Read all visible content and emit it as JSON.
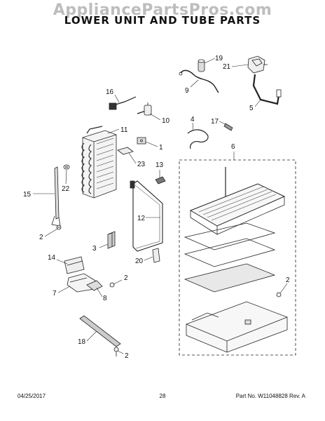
{
  "header": {
    "watermark": "AppliancePartsPros.com",
    "title": "LOWER UNIT AND TUBE PARTS"
  },
  "callouts": [
    {
      "id": "c1",
      "label": "1"
    },
    {
      "id": "c2a",
      "label": "2"
    },
    {
      "id": "c2b",
      "label": "2"
    },
    {
      "id": "c2c",
      "label": "2"
    },
    {
      "id": "c2d",
      "label": "2"
    },
    {
      "id": "c3",
      "label": "3"
    },
    {
      "id": "c4",
      "label": "4"
    },
    {
      "id": "c5",
      "label": "5"
    },
    {
      "id": "c6",
      "label": "6"
    },
    {
      "id": "c7",
      "label": "7"
    },
    {
      "id": "c8",
      "label": "8"
    },
    {
      "id": "c9",
      "label": "9"
    },
    {
      "id": "c10",
      "label": "10"
    },
    {
      "id": "c11",
      "label": "11"
    },
    {
      "id": "c12",
      "label": "12"
    },
    {
      "id": "c13",
      "label": "13"
    },
    {
      "id": "c14",
      "label": "14"
    },
    {
      "id": "c15",
      "label": "15"
    },
    {
      "id": "c16",
      "label": "16"
    },
    {
      "id": "c17",
      "label": "17"
    },
    {
      "id": "c18",
      "label": "18"
    },
    {
      "id": "c19",
      "label": "19"
    },
    {
      "id": "c20",
      "label": "20"
    },
    {
      "id": "c21",
      "label": "21"
    },
    {
      "id": "c22",
      "label": "22"
    },
    {
      "id": "c23",
      "label": "23"
    }
  ],
  "footer": {
    "date": "04/25/2017",
    "page": "28",
    "part": "Part No. W11048828  Rev. A"
  }
}
